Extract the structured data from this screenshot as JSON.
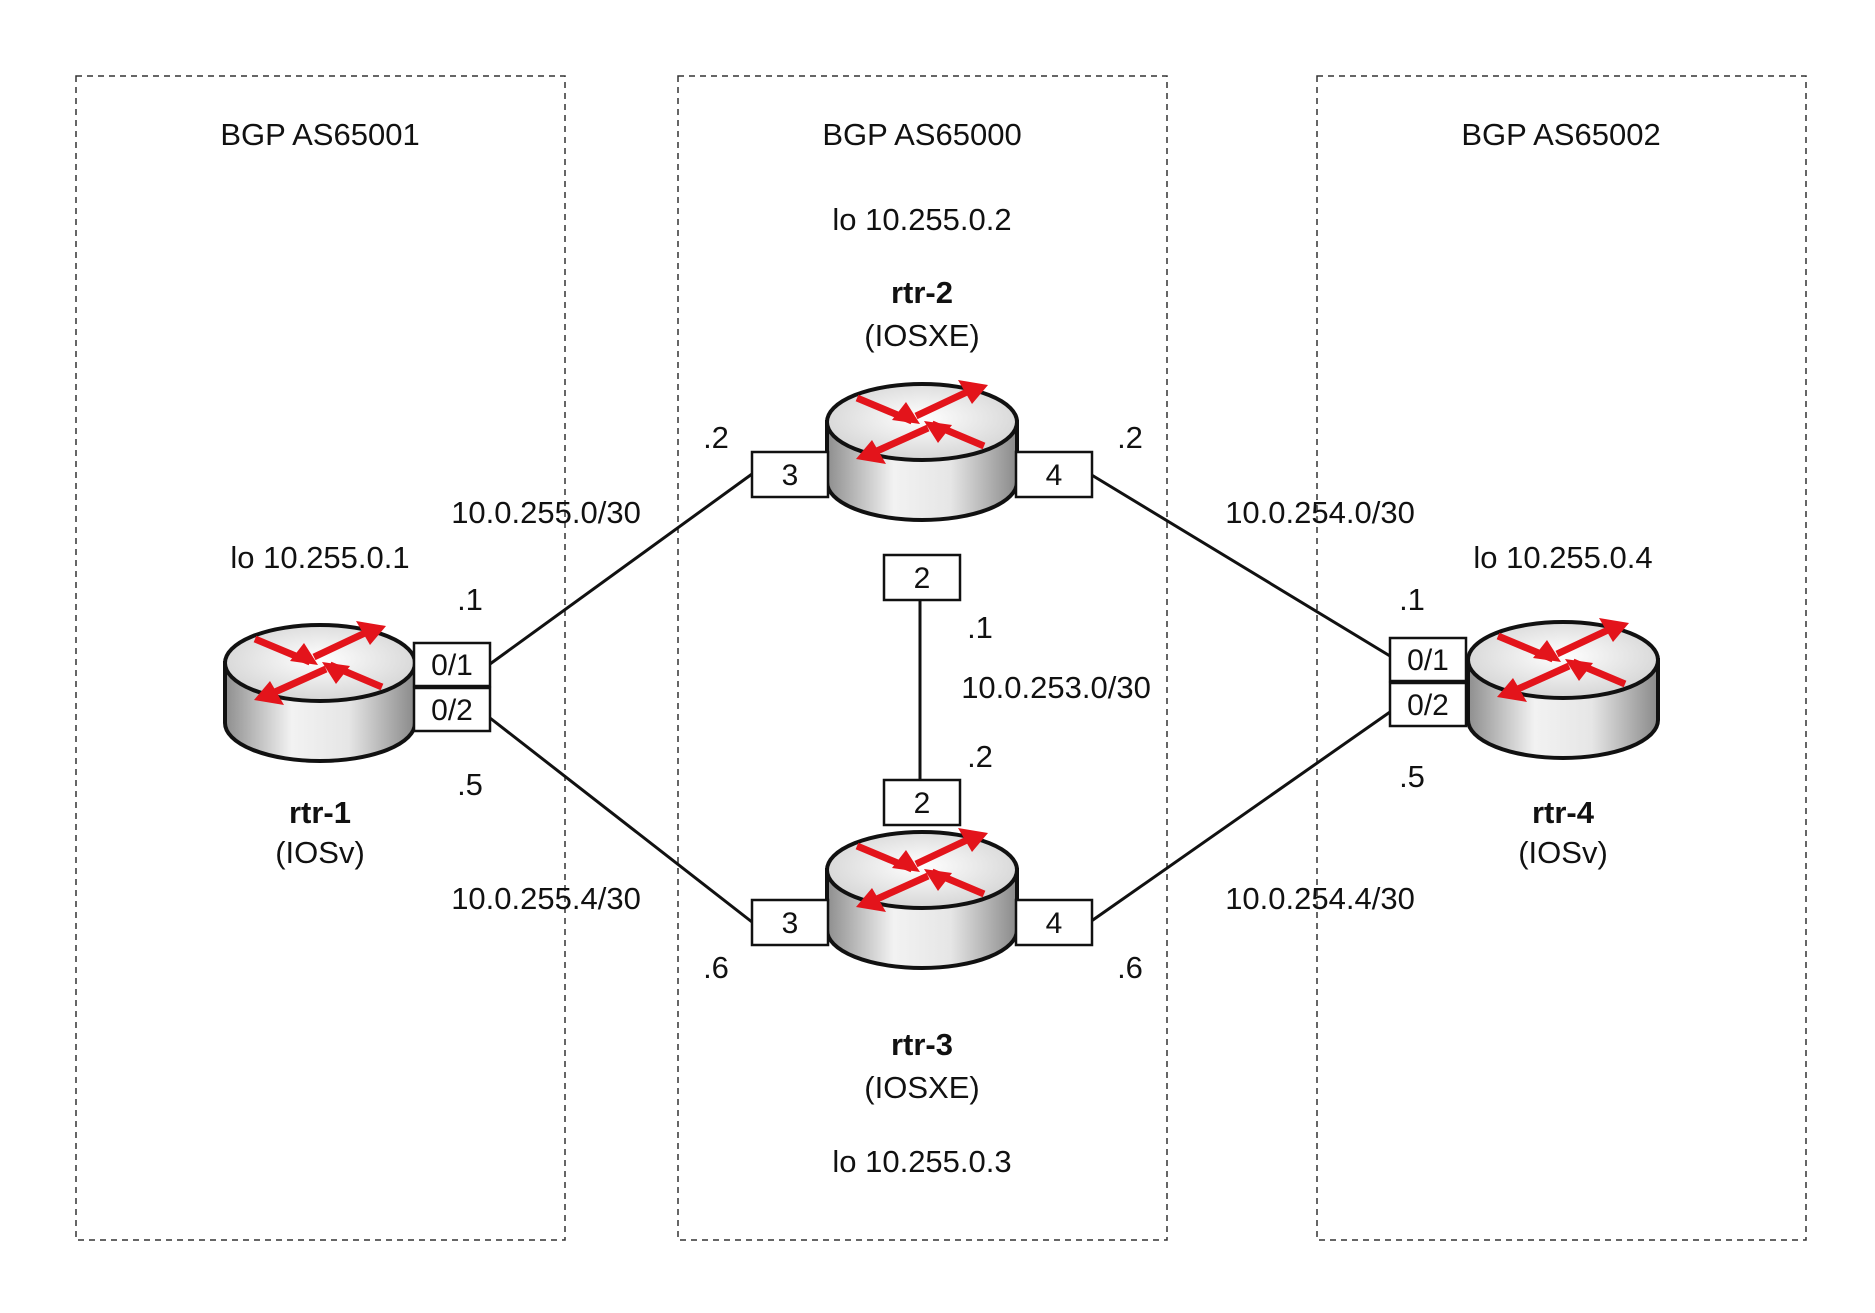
{
  "colors": {
    "router_arrow": "#e3141b",
    "router_body_light": "#f4f4f4",
    "router_body_dark": "#9c9c9c",
    "line": "#111111"
  },
  "zones": [
    {
      "id": "as65001",
      "label": "BGP AS65001"
    },
    {
      "id": "as65000",
      "label": "BGP AS65000"
    },
    {
      "id": "as65002",
      "label": "BGP AS65002"
    }
  ],
  "routers": [
    {
      "id": "rtr1",
      "name": "rtr-1",
      "os": "(IOSv)",
      "loopback": "lo 10.255.0.1",
      "icon": "router-icon"
    },
    {
      "id": "rtr2",
      "name": "rtr-2",
      "os": "(IOSXE)",
      "loopback": "lo 10.255.0.2",
      "icon": "router-icon"
    },
    {
      "id": "rtr3",
      "name": "rtr-3",
      "os": "(IOSXE)",
      "loopback": "lo 10.255.0.3",
      "icon": "router-icon"
    },
    {
      "id": "rtr4",
      "name": "rtr-4",
      "os": "(IOSv)",
      "loopback": "lo 10.255.0.4",
      "icon": "router-icon"
    }
  ],
  "ports": {
    "rtr1_p1": "0/1",
    "rtr1_p2": "0/2",
    "rtr2_p3": "3",
    "rtr2_p4": "4",
    "rtr2_p2": "2",
    "rtr3_p2": "2",
    "rtr3_p3": "3",
    "rtr3_p4": "4",
    "rtr4_p1": "0/1",
    "rtr4_p2": "0/2"
  },
  "links": [
    {
      "id": "l1",
      "subnet": "10.0.255.0/30",
      "a_host": ".1",
      "b_host": ".2"
    },
    {
      "id": "l2",
      "subnet": "10.0.255.4/30",
      "a_host": ".5",
      "b_host": ".6"
    },
    {
      "id": "l3",
      "subnet": "10.0.254.0/30",
      "a_host": ".2",
      "b_host": ".1"
    },
    {
      "id": "l4",
      "subnet": "10.0.254.4/30",
      "a_host": ".6",
      "b_host": ".5"
    },
    {
      "id": "l5",
      "subnet": "10.0.253.0/30",
      "a_host": ".1",
      "b_host": ".2"
    }
  ]
}
